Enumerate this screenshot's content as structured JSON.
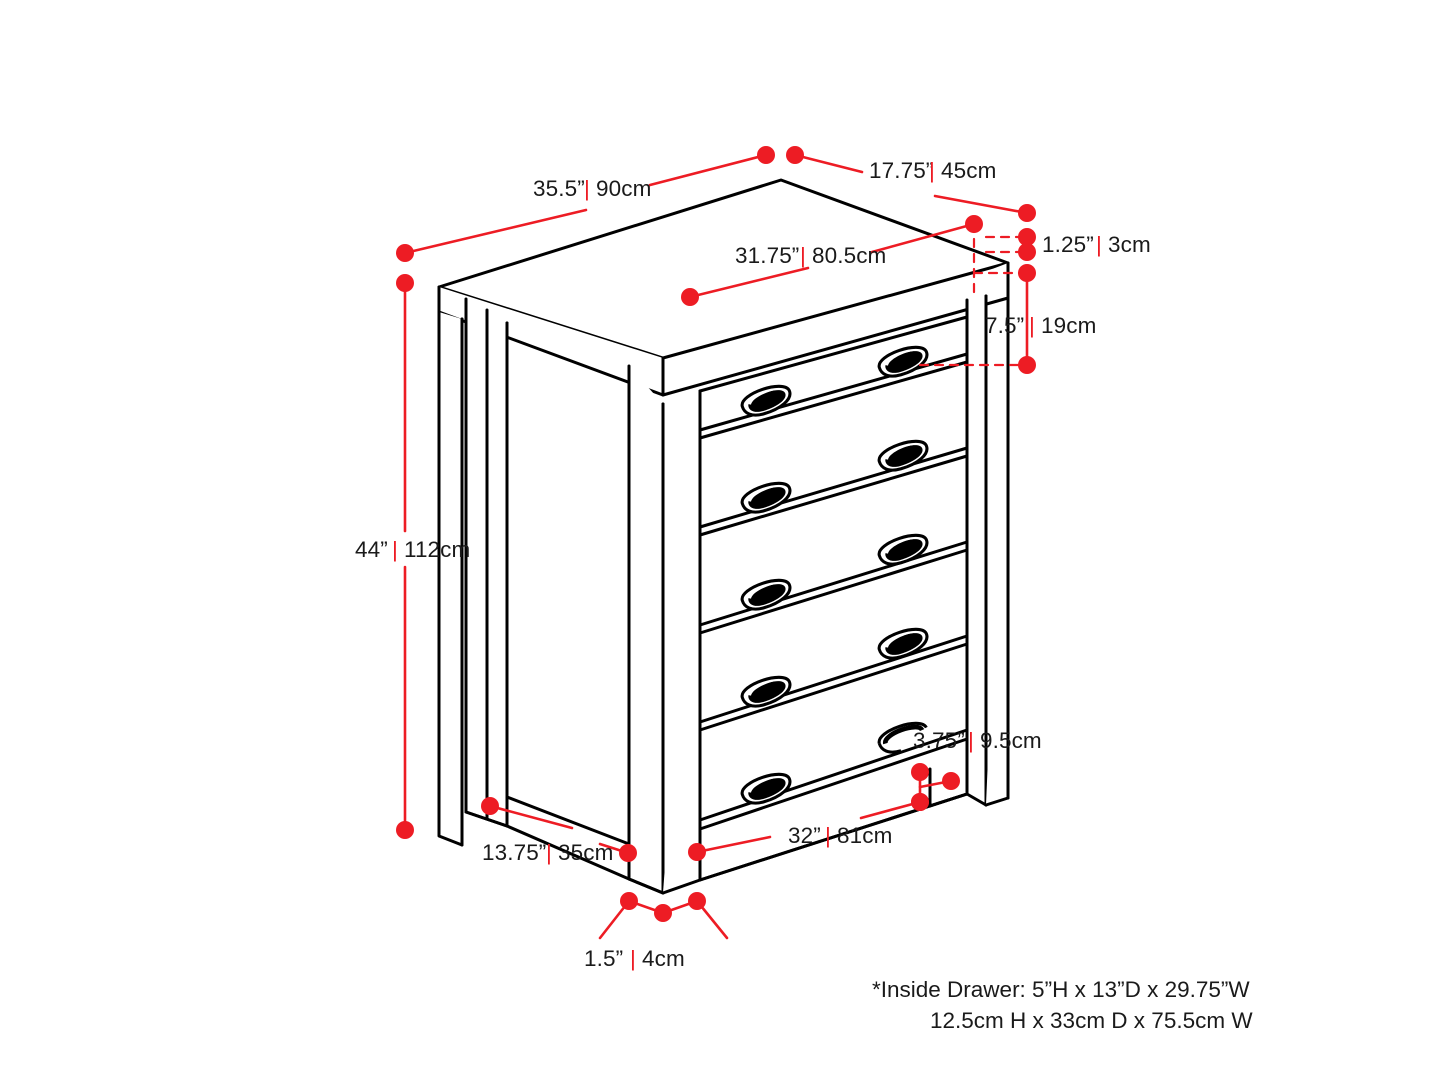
{
  "diagram": {
    "title": "Dresser dimension diagram",
    "subject": "5-drawer dresser",
    "units": "inches and centimeters",
    "line_color": "#000000",
    "accent_color": "#ed1c24",
    "background_color": "#ffffff"
  },
  "dimensions": {
    "overall_width": {
      "imperial": "35.5”",
      "sep": "|",
      "metric": "90cm"
    },
    "overall_depth": {
      "imperial": "17.75”",
      "sep": "|",
      "metric": "45cm"
    },
    "top_panel_width": {
      "imperial": "31.75”",
      "sep": "|",
      "metric": "80.5cm"
    },
    "top_thickness": {
      "imperial": "1.25”",
      "sep": "|",
      "metric": "3cm"
    },
    "drawer_face_height": {
      "imperial": "7.5”",
      "sep": "|",
      "metric": "19cm"
    },
    "overall_height": {
      "imperial": "44”",
      "sep": "|",
      "metric": "112cm"
    },
    "base_rail_height": {
      "imperial": "3.75”",
      "sep": "|",
      "metric": "9.5cm"
    },
    "leg_span_depth": {
      "imperial": "13.75”",
      "sep": "|",
      "metric": "35cm"
    },
    "leg_span_width": {
      "imperial": "32”",
      "sep": "|",
      "metric": "81cm"
    },
    "leg_thickness": {
      "imperial": "1.5”",
      "sep": "|",
      "metric": "4cm"
    }
  },
  "footnote": {
    "line1": "*Inside Drawer: 5”H x 13”D x 29.75”W",
    "line2": "12.5cm H x 33cm D x 75.5cm W"
  },
  "product": {
    "drawer_count": 5,
    "handles_per_drawer": 2,
    "handle_type": "cup-pull"
  }
}
